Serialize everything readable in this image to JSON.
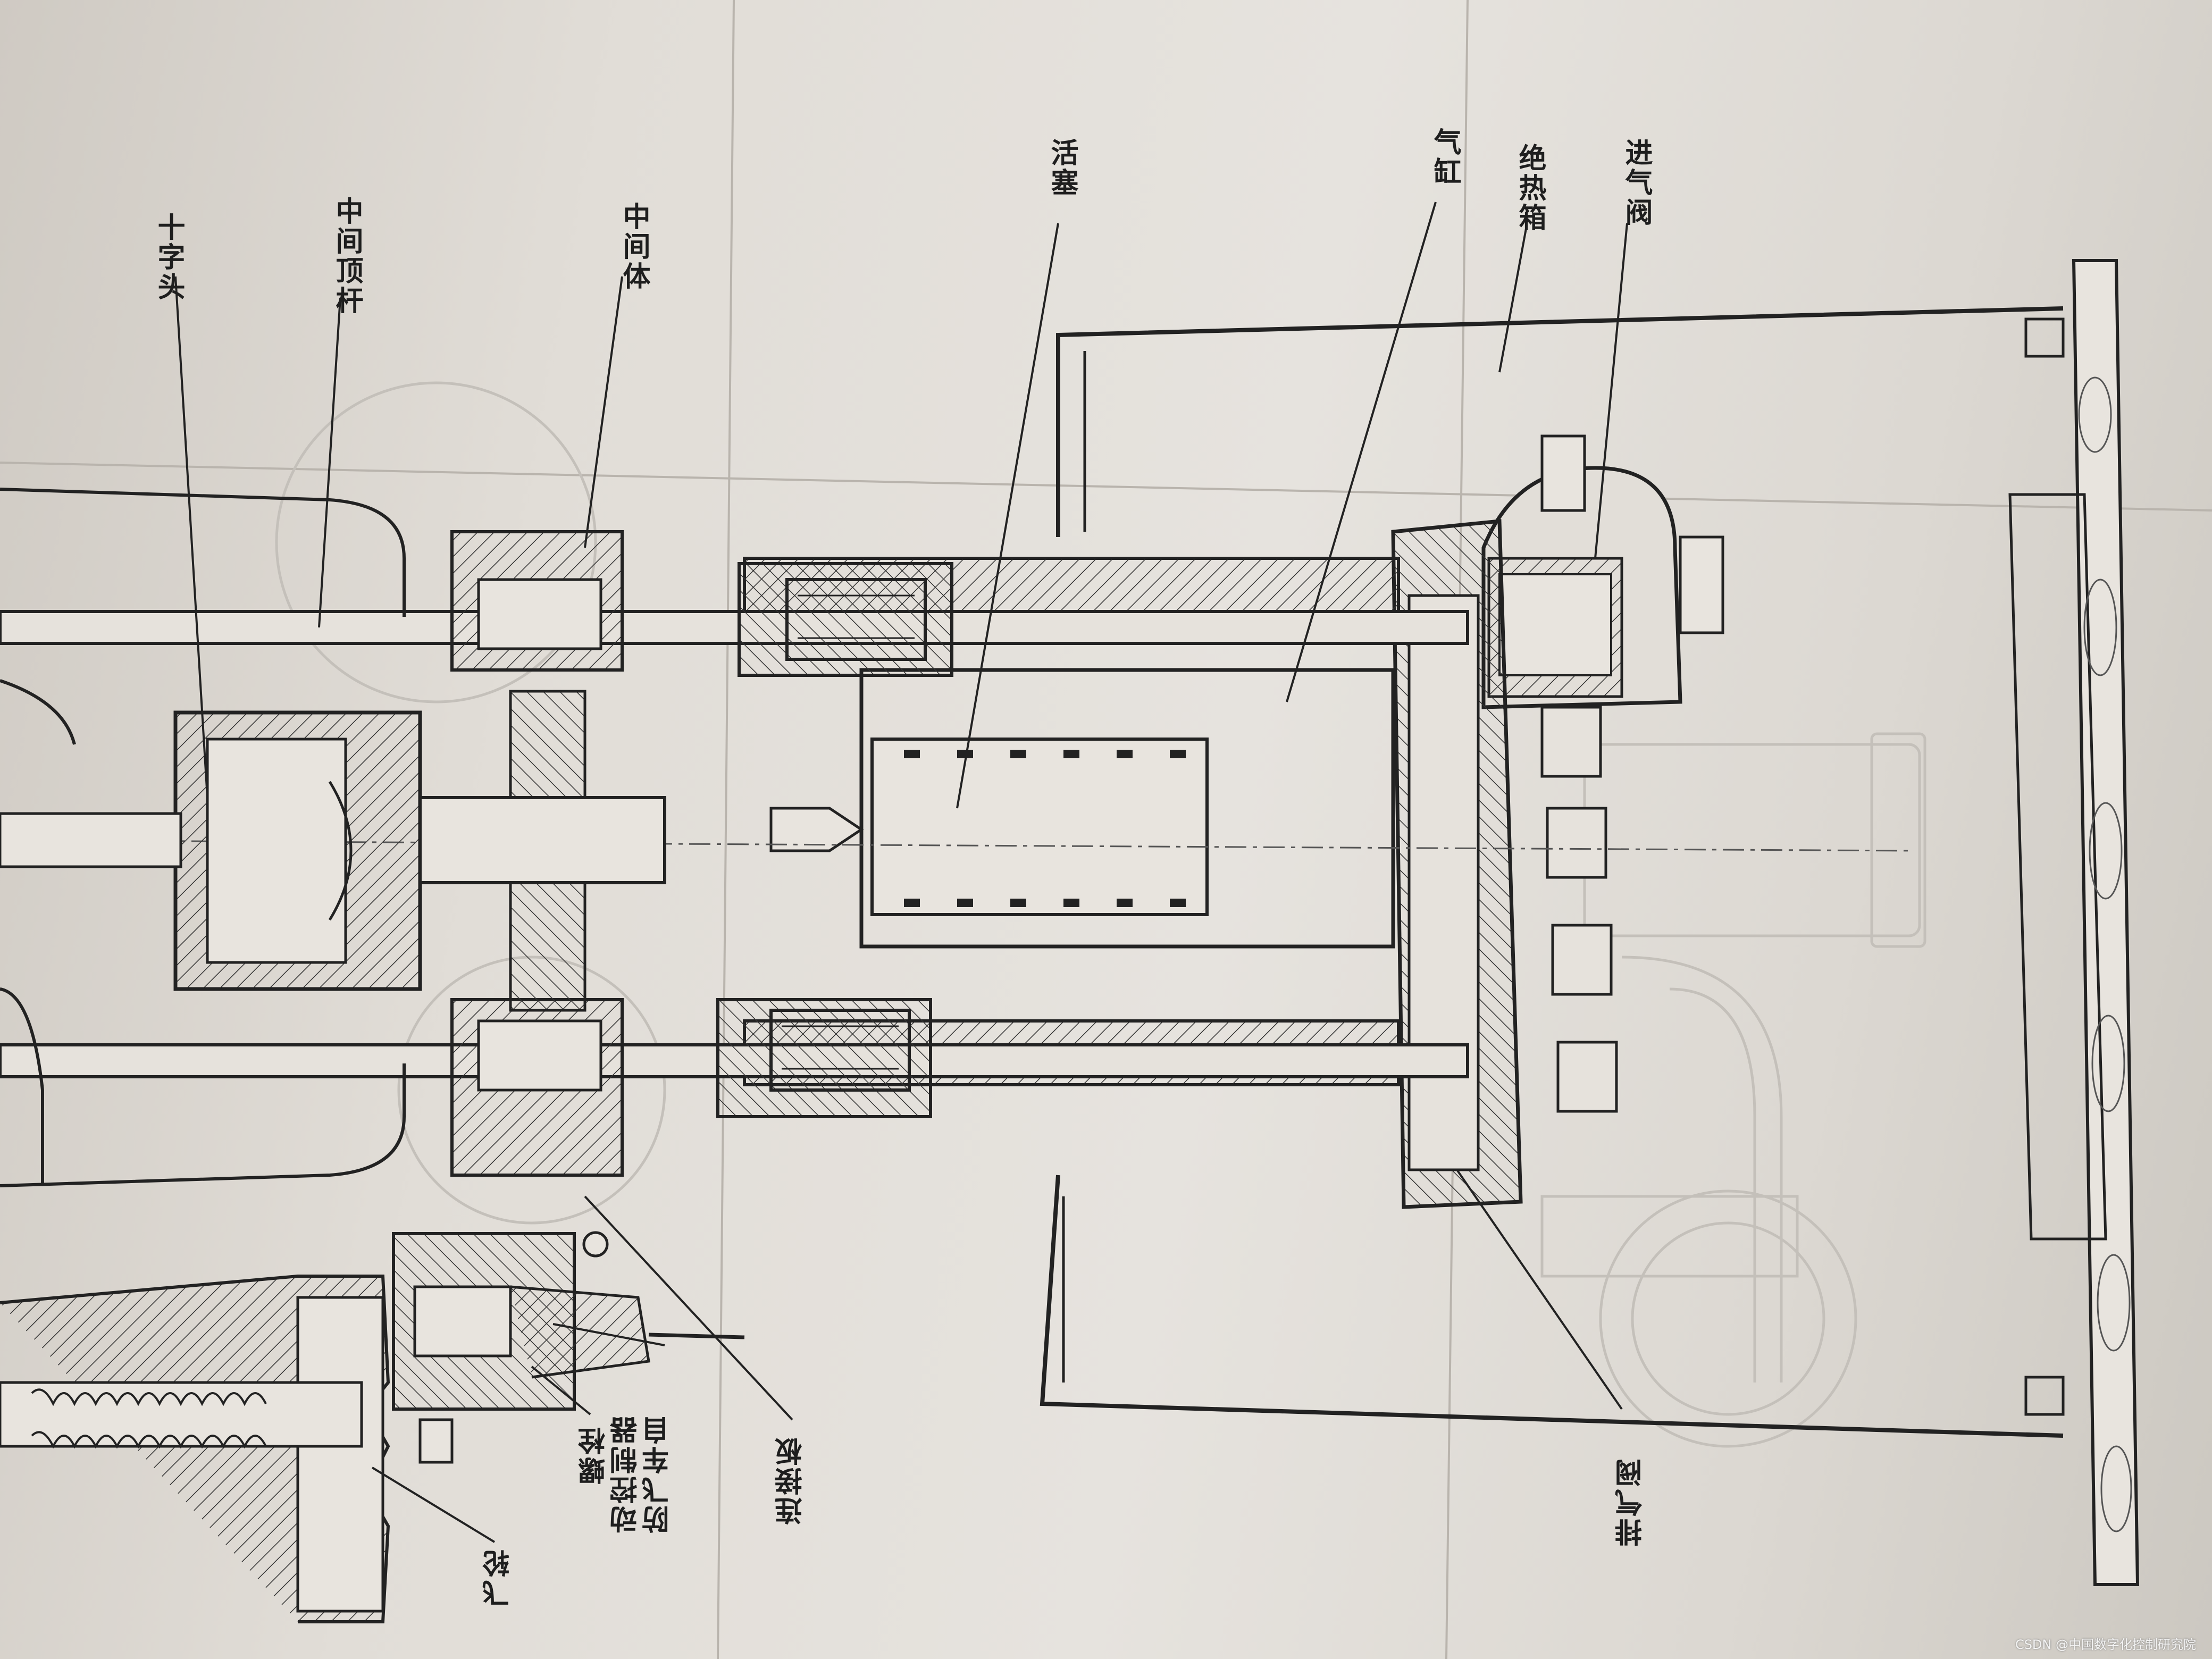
{
  "labels": {
    "inlet_valve": "进气阀",
    "insulation_box": "绝热箱",
    "cylinder": "气缸",
    "piston": "活塞",
    "middle_body": "中间体",
    "middle_push_rod": "中间顶杆",
    "crosshead": "十字头",
    "exhaust_valve": "排气阀",
    "connecting_plate": "连接板",
    "flywheel_brake_1": "防飞车自",
    "flywheel_brake_2": "动控制器",
    "bolt": "螺栓",
    "flywheel": "飞轮"
  },
  "watermark": "CSDN @中国数字化控制研究院"
}
